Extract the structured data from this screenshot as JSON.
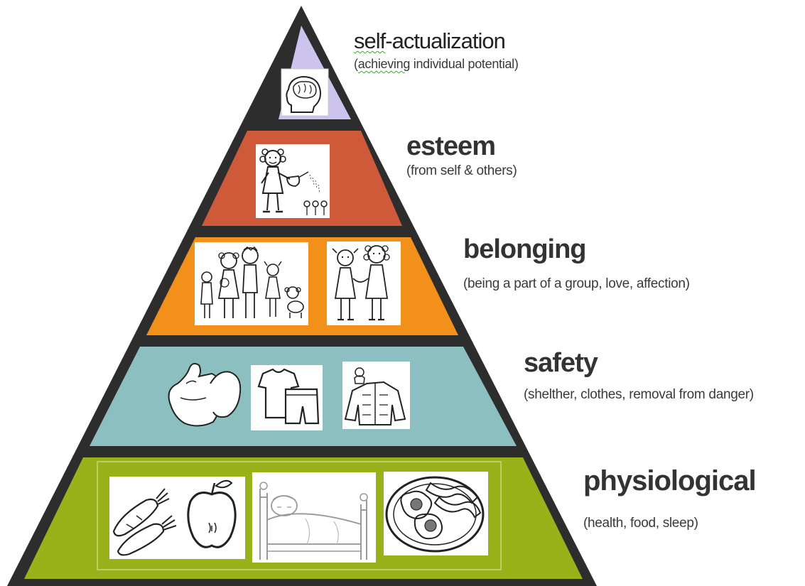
{
  "levels": [
    {
      "title": "self-actualization",
      "title_squiggle": "self",
      "title_rest": "-actualization",
      "subtitle_open": "(",
      "subtitle_squiggle": "achieving",
      "subtitle_rest": " individual potential)",
      "color": "#ccc3ef",
      "icons": [
        "brain-icon"
      ]
    },
    {
      "title": "esteem",
      "subtitle": "(from self & others)",
      "color": "#cf5a3a",
      "icons": [
        "girl-watering-flowers-icon"
      ]
    },
    {
      "title": "belonging",
      "subtitle": "(being a part of a group, love, affection)",
      "color": "#f39019",
      "icons": [
        "family-icon",
        "friends-holding-hands-icon"
      ]
    },
    {
      "title": "safety",
      "subtitle": "(shelther, clothes, removal from danger)",
      "color": "#8cbfbf",
      "icons": [
        "mittens-icon",
        "clothes-icon",
        "winter-jacket-icon"
      ]
    },
    {
      "title": "physiological",
      "subtitle": "(health, food, sleep)",
      "color": "#99b21a",
      "icons": [
        "carrots-apple-icon",
        "bed-icon",
        "eggs-bacon-icon"
      ]
    }
  ],
  "outline_color": "#2d2d2d"
}
